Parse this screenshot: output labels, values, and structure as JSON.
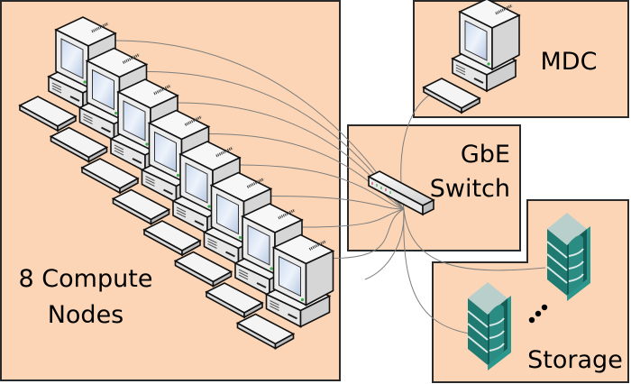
{
  "diagram": {
    "groups": {
      "compute": {
        "label_line1": "8 Compute",
        "label_line2": "Nodes",
        "node_count": 8
      },
      "mdc": {
        "label": "MDC"
      },
      "switch": {
        "label_line1": "GbE",
        "label_line2": "Switch"
      },
      "storage": {
        "label": "Storage",
        "ellipsis": "⋮"
      }
    },
    "icons": {
      "compute_node": "desktop-computer-icon",
      "mdc_node": "desktop-computer-icon",
      "switch": "network-switch-icon",
      "storage": "storage-server-icon"
    },
    "colors": {
      "box_fill": "#fbd5b5",
      "box_stroke": "#1a1a1a",
      "cable": "#7f7f7f",
      "storage_teal": "#1f7a72",
      "storage_top": "#b9cfcc"
    }
  }
}
